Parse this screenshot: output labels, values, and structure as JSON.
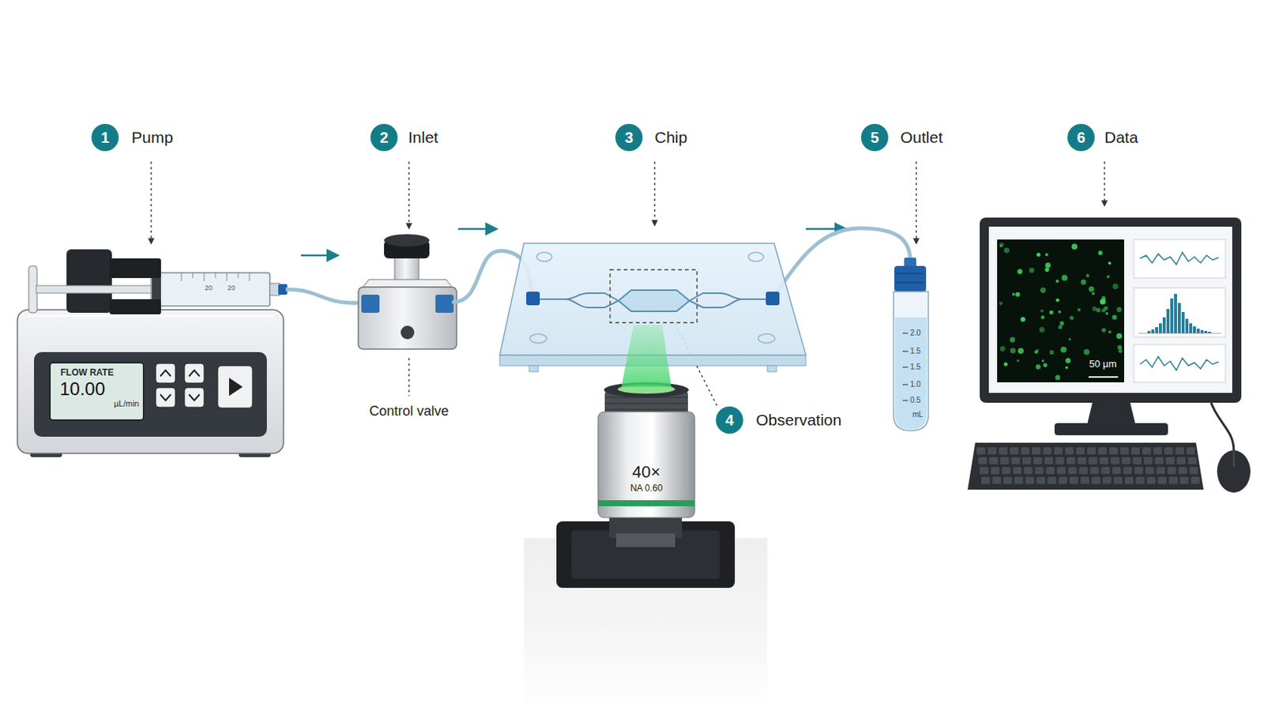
{
  "diagram": {
    "nodes": [
      {
        "text": [
          "FLOW RATE",
          "10.00",
          "µL/min"
        ]
      },
      {
        "text": [
          "Control valve"
        ]
      },
      {
        "text": [
          "40×",
          "NA 0.60"
        ]
      },
      {
        "text": [
          "50 µm"
        ]
      }
    ],
    "edges": [
      {
        "from": 0,
        "to": 1,
        "arrow": "none"
      }
    ],
    "labels": [
      "1",
      "Pump",
      "2",
      "Inlet",
      "3",
      "Chip",
      "4",
      "Observation",
      "5",
      "Outlet",
      "6",
      "Data",
      "20",
      "20",
      "2.0",
      "1.5",
      "1.5",
      "1.0",
      "0.5",
      "mL"
    ]
  }
}
